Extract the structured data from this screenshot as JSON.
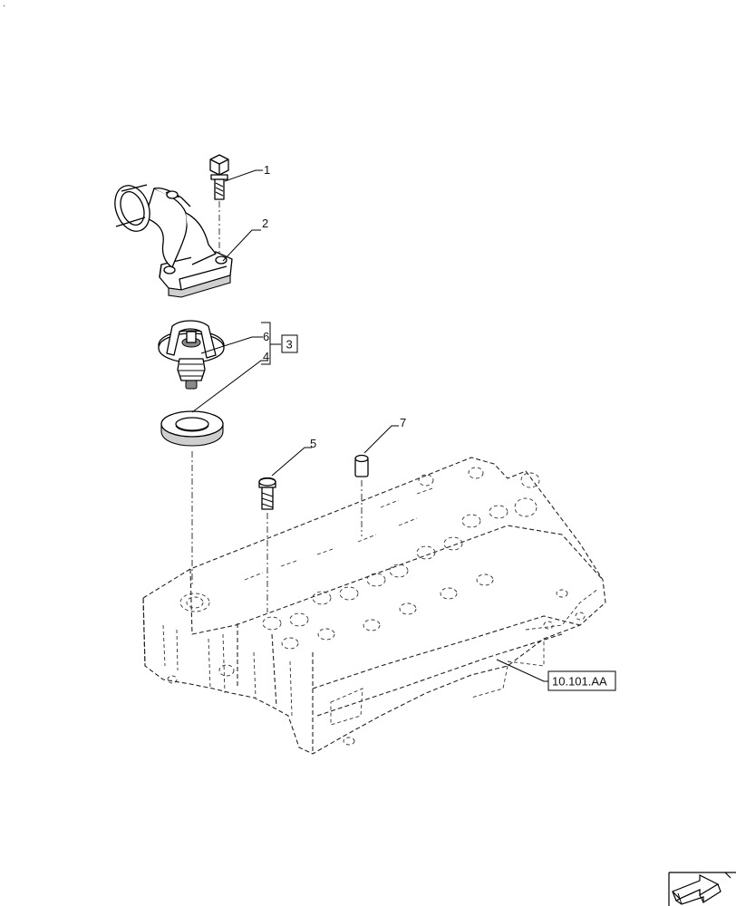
{
  "corner_mark": "·",
  "callouts": {
    "c1": "1",
    "c2": "2",
    "c3": "3",
    "c4": "4",
    "c5": "5",
    "c6": "6",
    "c7": "7"
  },
  "reference_box": "10.101.AA",
  "nav_icon": "next-page-arrow-icon"
}
